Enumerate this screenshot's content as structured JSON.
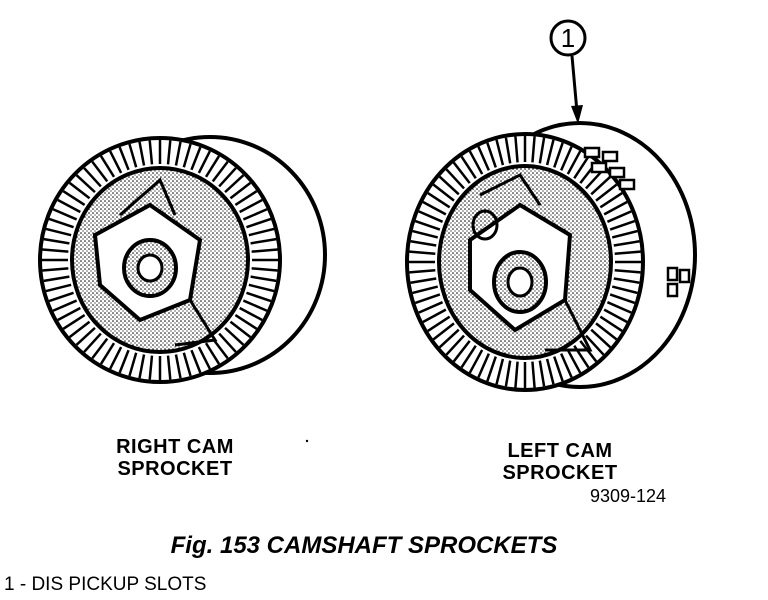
{
  "callout": {
    "number": "1"
  },
  "labels": {
    "right_line1": "RIGHT CAM",
    "right_line2": "SPROCKET",
    "left_line1": "LEFT CAM",
    "left_line2": "SPROCKET"
  },
  "figure_number": "9309-124",
  "caption": "Fig. 153 CAMSHAFT SPROCKETS",
  "legend": "1 - DIS PICKUP SLOTS"
}
